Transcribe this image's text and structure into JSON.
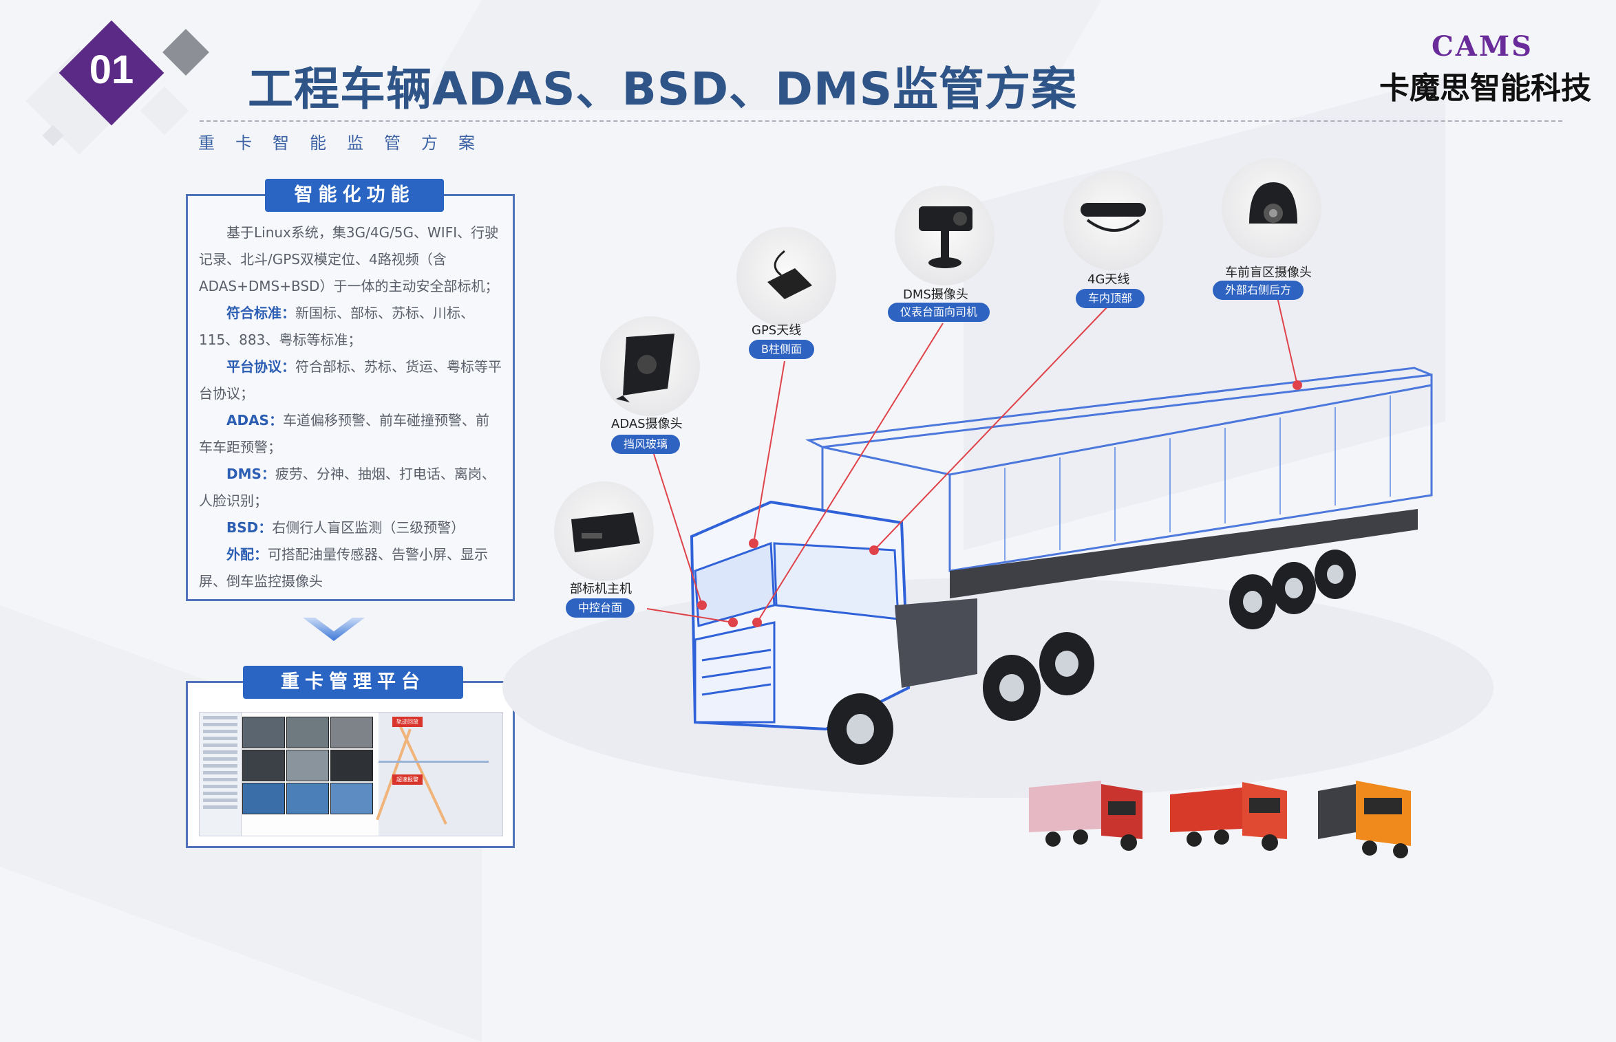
{
  "header": {
    "badge_number": "01",
    "title": "工程车辆ADAS、BSD、DMS监管方案",
    "subtitle": "重卡智能监管方案"
  },
  "brand": {
    "logo_text": "CAMS",
    "company_name": "卡魔思智能科技"
  },
  "feature_panel": {
    "heading": "智能化功能",
    "intro": "基于Linux系统，集3G/4G/5G、WIFI、行驶记录、北斗/GPS双模定位、4路视频（含ADAS+DMS+BSD）于一体的主动安全部标机；",
    "items": [
      {
        "label": "符合标准：",
        "text": "新国标、部标、苏标、川标、115、883、粤标等标准；"
      },
      {
        "label": "平台协议：",
        "text": "符合部标、苏标、货运、粤标等平台协议；"
      },
      {
        "label": "ADAS：",
        "text": "车道偏移预警、前车碰撞预警、前车车距预警；"
      },
      {
        "label": "DMS：",
        "text": "疲劳、分神、抽烟、打电话、离岗、人脸识别；"
      },
      {
        "label": "BSD：",
        "text": "右侧行人盲区监测（三级预警）"
      },
      {
        "label": "外配：",
        "text": "可搭配油量传感器、告警小屏、显示屏、倒车监控摄像头"
      }
    ]
  },
  "platform_panel": {
    "heading": "重卡管理平台",
    "flags": [
      "轨迹回放",
      "超速报警"
    ]
  },
  "devices": [
    {
      "name": "GPS天线",
      "position": "B柱侧面",
      "icon": "gps-antenna-icon"
    },
    {
      "name": "DMS摄像头",
      "position": "仪表台面向司机",
      "icon": "dms-camera-icon"
    },
    {
      "name": "4G天线",
      "position": "车内顶部",
      "icon": "4g-antenna-icon"
    },
    {
      "name": "车前盲区摄像头",
      "position": "外部右侧后方",
      "icon": "blindspot-camera-icon"
    },
    {
      "name": "ADAS摄像头",
      "position": "挡风玻璃",
      "icon": "adas-camera-icon"
    },
    {
      "name": "部标机主机",
      "position": "中控台面",
      "icon": "mdvr-host-icon"
    }
  ],
  "colors": {
    "title_blue": "#2f5487",
    "accent_blue": "#2f63c2",
    "badge_purple": "#5a2a86",
    "logo_purple": "#6a2b9a",
    "leader_line_red": "#e0424a",
    "truck_wire_blue": "#2f62d8"
  }
}
